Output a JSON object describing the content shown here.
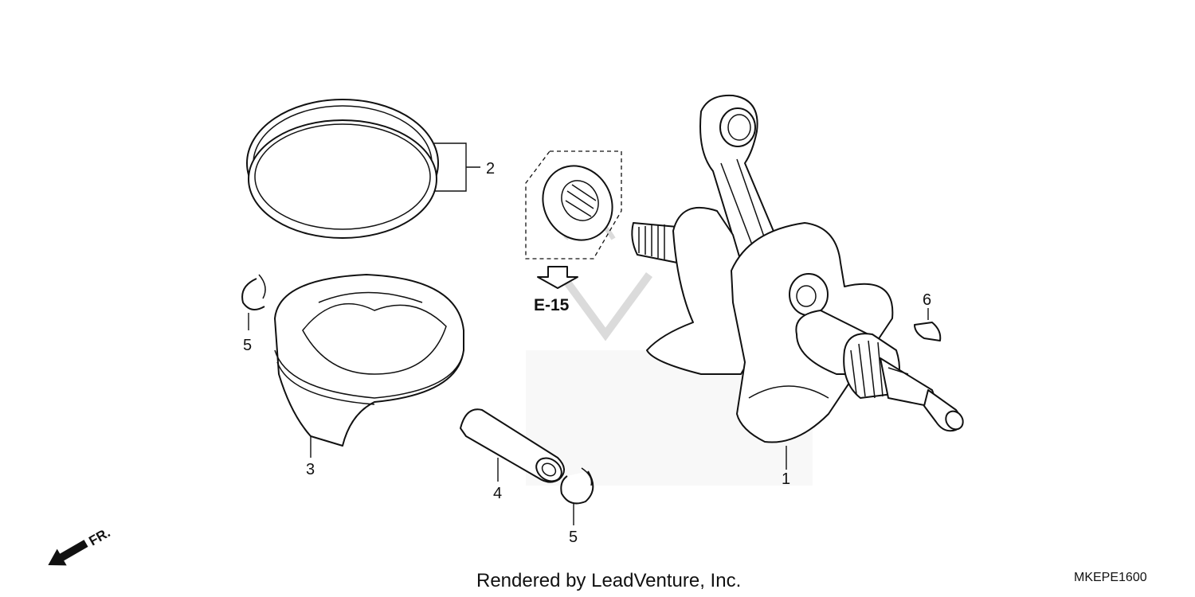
{
  "callouts": [
    {
      "id": "crankshaft",
      "number": "1"
    },
    {
      "id": "piston-ring-set",
      "number": "2"
    },
    {
      "id": "piston",
      "number": "3"
    },
    {
      "id": "piston-pin",
      "number": "4"
    },
    {
      "id": "pin-clip-left",
      "number": "5"
    },
    {
      "id": "pin-clip-right",
      "number": "5"
    },
    {
      "id": "woodruff-key",
      "number": "6"
    }
  ],
  "reference": {
    "label": "E-15"
  },
  "direction": {
    "label": "FR."
  },
  "footer": {
    "credit": "Rendered by LeadVenture, Inc.",
    "diagram_code": "MKEPE1600"
  }
}
